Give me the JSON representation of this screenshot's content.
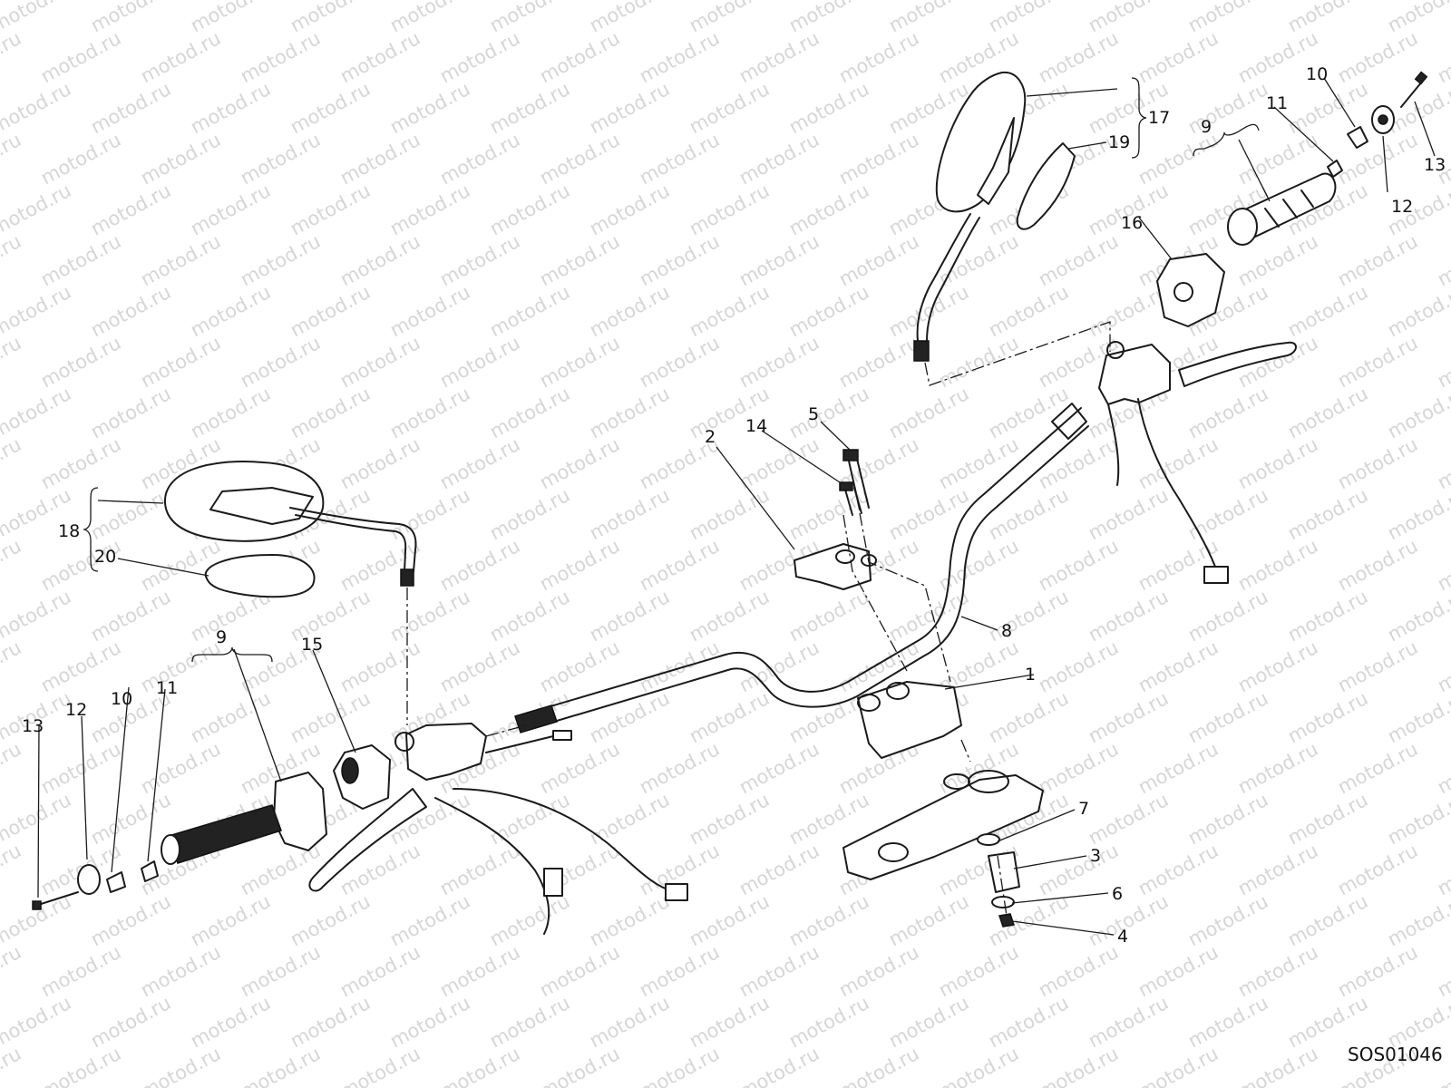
{
  "watermark": "motod.ru",
  "drawing_code": "SOS01046",
  "callouts": {
    "c1": "1",
    "c2": "2",
    "c3": "3",
    "c4": "4",
    "c5": "5",
    "c6": "6",
    "c7": "7",
    "c8": "8",
    "c9_left": "9",
    "c9_right": "9",
    "c10_left": "10",
    "c10_right": "10",
    "c11_left": "11",
    "c11_right": "11",
    "c12_left": "12",
    "c12_right": "12",
    "c13_left": "13",
    "c13_right": "13",
    "c14": "14",
    "c15": "15",
    "c16": "16",
    "c17": "17",
    "c18": "18",
    "c19": "19",
    "c20": "20"
  }
}
